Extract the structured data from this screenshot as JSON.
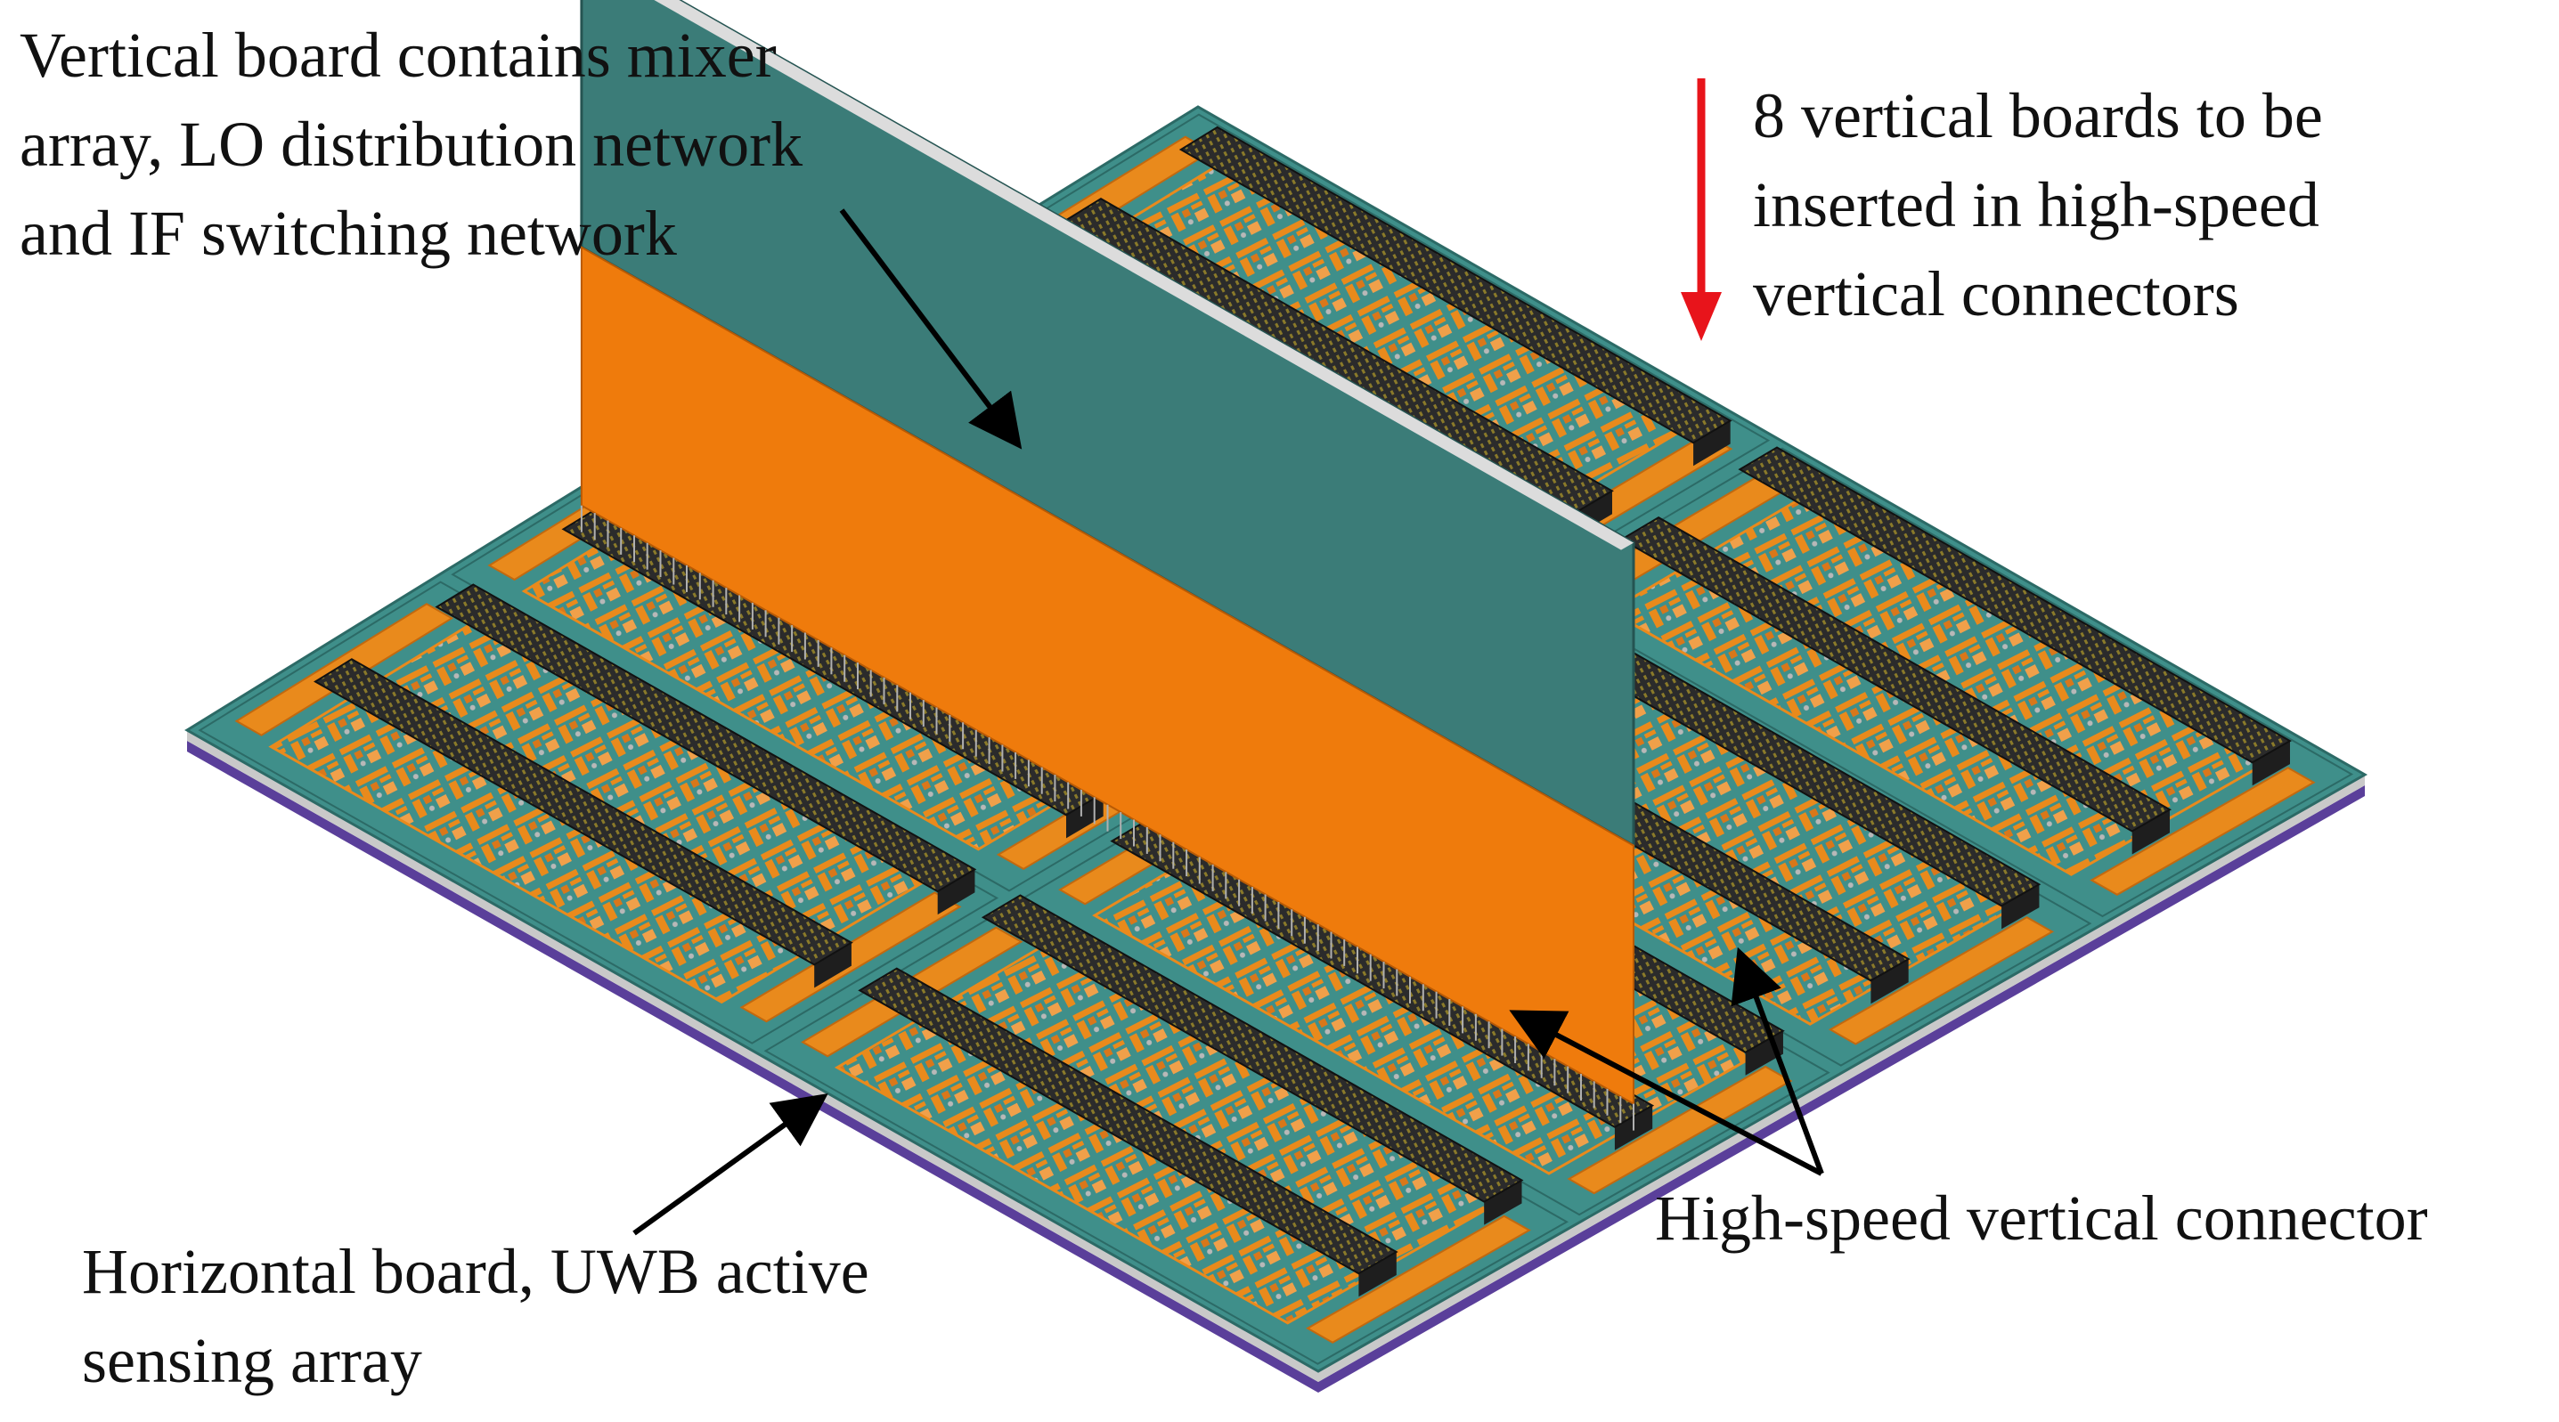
{
  "annotations": {
    "vertical_board": [
      "Vertical board contains mixer",
      "array, LO distribution network",
      "and IF switching network"
    ],
    "insertion_note": [
      "8 vertical boards to be",
      "inserted in high-speed",
      "vertical connectors"
    ],
    "horizontal_board": [
      "Horizontal board, UWB active",
      "sensing array"
    ],
    "connector": "High-speed vertical connector"
  },
  "colors": {
    "board_top": "#3f8f8a",
    "board_edge": "#c9c9c9",
    "board_bottom": "#5a3f9a",
    "copper": "#e98a1c",
    "connector": "#2b2b2b",
    "vertical_board_upper": "#3b7c78",
    "vertical_board_lower": "#ef7b0c",
    "insertion_arrow": "#e8141b",
    "pointer_arrow": "#000000"
  },
  "icons": [
    "red-down-arrow",
    "black-pointer-arrow"
  ]
}
